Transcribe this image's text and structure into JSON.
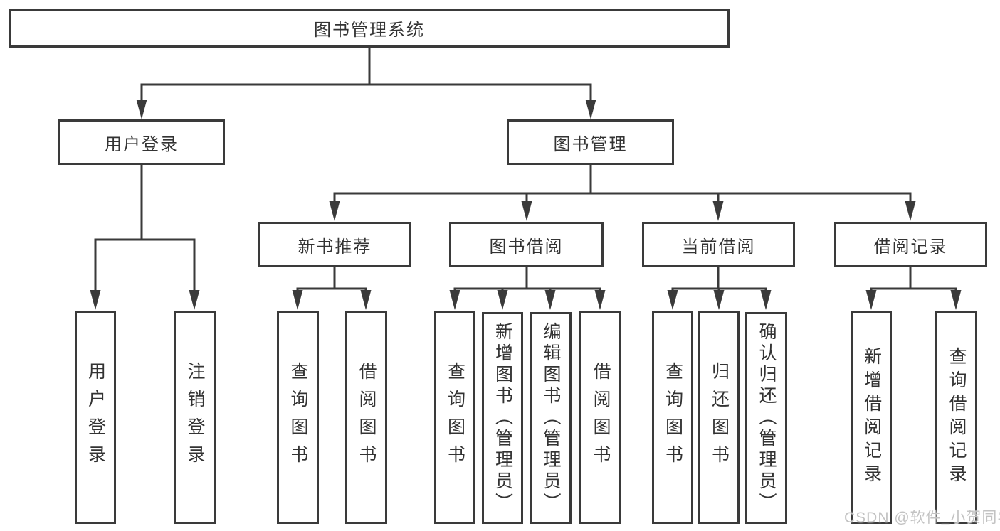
{
  "diagram": {
    "root": {
      "label": "图书管理系统"
    },
    "level2": [
      {
        "label": "用户登录"
      },
      {
        "label": "图书管理"
      }
    ],
    "level3": [
      {
        "label": "新书推荐"
      },
      {
        "label": "图书借阅"
      },
      {
        "label": "当前借阅"
      },
      {
        "label": "借阅记录"
      }
    ],
    "leaves": {
      "user_login": [
        {
          "label": "用户登录"
        },
        {
          "label": "注销登录"
        }
      ],
      "new_books": [
        {
          "label": "查询图书"
        },
        {
          "label": "借阅图书"
        }
      ],
      "book_borrow": [
        {
          "label": "查询图书"
        },
        {
          "label": "新增图书（管理员）"
        },
        {
          "label": "编辑图书（管理员）"
        },
        {
          "label": "借阅图书"
        }
      ],
      "current_borrow": [
        {
          "label": "查询图书"
        },
        {
          "label": "归还图书"
        },
        {
          "label": "确认归还（管理员）"
        }
      ],
      "borrow_records": [
        {
          "label": "新增借阅记录"
        },
        {
          "label": "查询借阅记录"
        }
      ]
    },
    "watermark": "CSDN @软件_小贺同学",
    "colors": {
      "line": "#3a3a3a",
      "box_border": "#3a3a3a",
      "text": "#333333",
      "watermark": "#c3c3c3",
      "background": "#ffffff"
    }
  }
}
